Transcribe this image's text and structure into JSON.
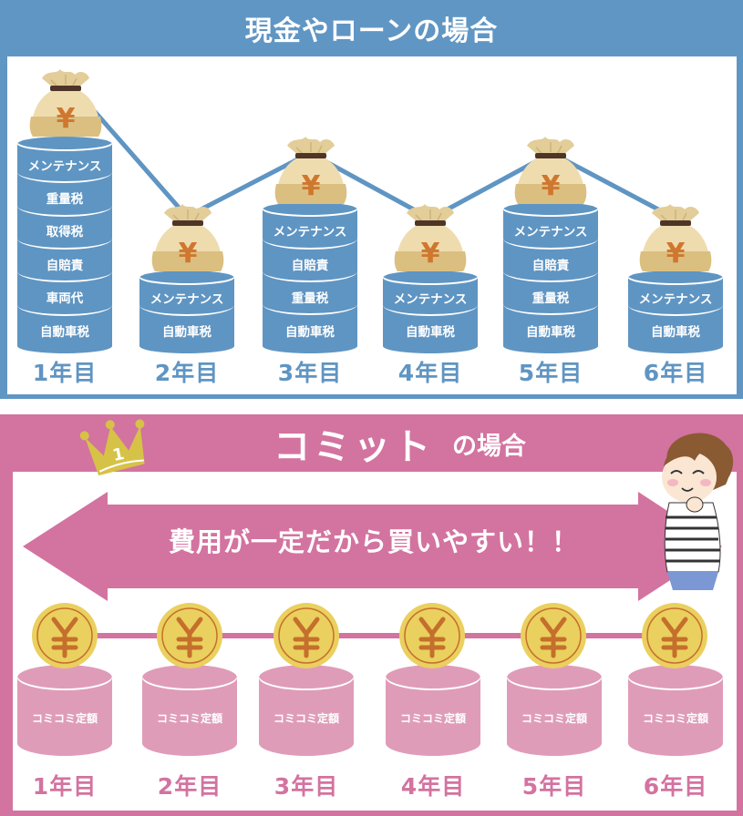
{
  "top_section": {
    "title": "現金やローンの場合",
    "color": "#6096c4",
    "columns": [
      {
        "year": "1年目",
        "items": [
          "メンテナンス",
          "重量税",
          "取得税",
          "自賠責",
          "車両代",
          "自動車税"
        ]
      },
      {
        "year": "2年目",
        "items": [
          "メンテナンス",
          "自動車税"
        ]
      },
      {
        "year": "3年目",
        "items": [
          "メンテナンス",
          "自賠責",
          "重量税",
          "自動車税"
        ]
      },
      {
        "year": "4年目",
        "items": [
          "メンテナンス",
          "自動車税"
        ]
      },
      {
        "year": "5年目",
        "items": [
          "メンテナンス",
          "自賠責",
          "重量税",
          "自動車税"
        ]
      },
      {
        "year": "6年目",
        "items": [
          "メンテナンス",
          "自動車税"
        ]
      }
    ],
    "bag_symbol": "¥",
    "icon": "money-bag-icon"
  },
  "bottom_section": {
    "brand": "コミット",
    "title_suffix": "の場合",
    "color": "#d373a0",
    "crown_rank": "1",
    "arrow_text": "費用が一定だから買いやすい！！",
    "coin_symbol": "¥",
    "columns": [
      {
        "year": "1年目",
        "label": "コミコミ定額"
      },
      {
        "year": "2年目",
        "label": "コミコミ定額"
      },
      {
        "year": "3年目",
        "label": "コミコミ定額"
      },
      {
        "year": "4年目",
        "label": "コミコミ定額"
      },
      {
        "year": "5年目",
        "label": "コミコミ定額"
      },
      {
        "year": "6年目",
        "label": "コミコミ定額"
      }
    ]
  }
}
